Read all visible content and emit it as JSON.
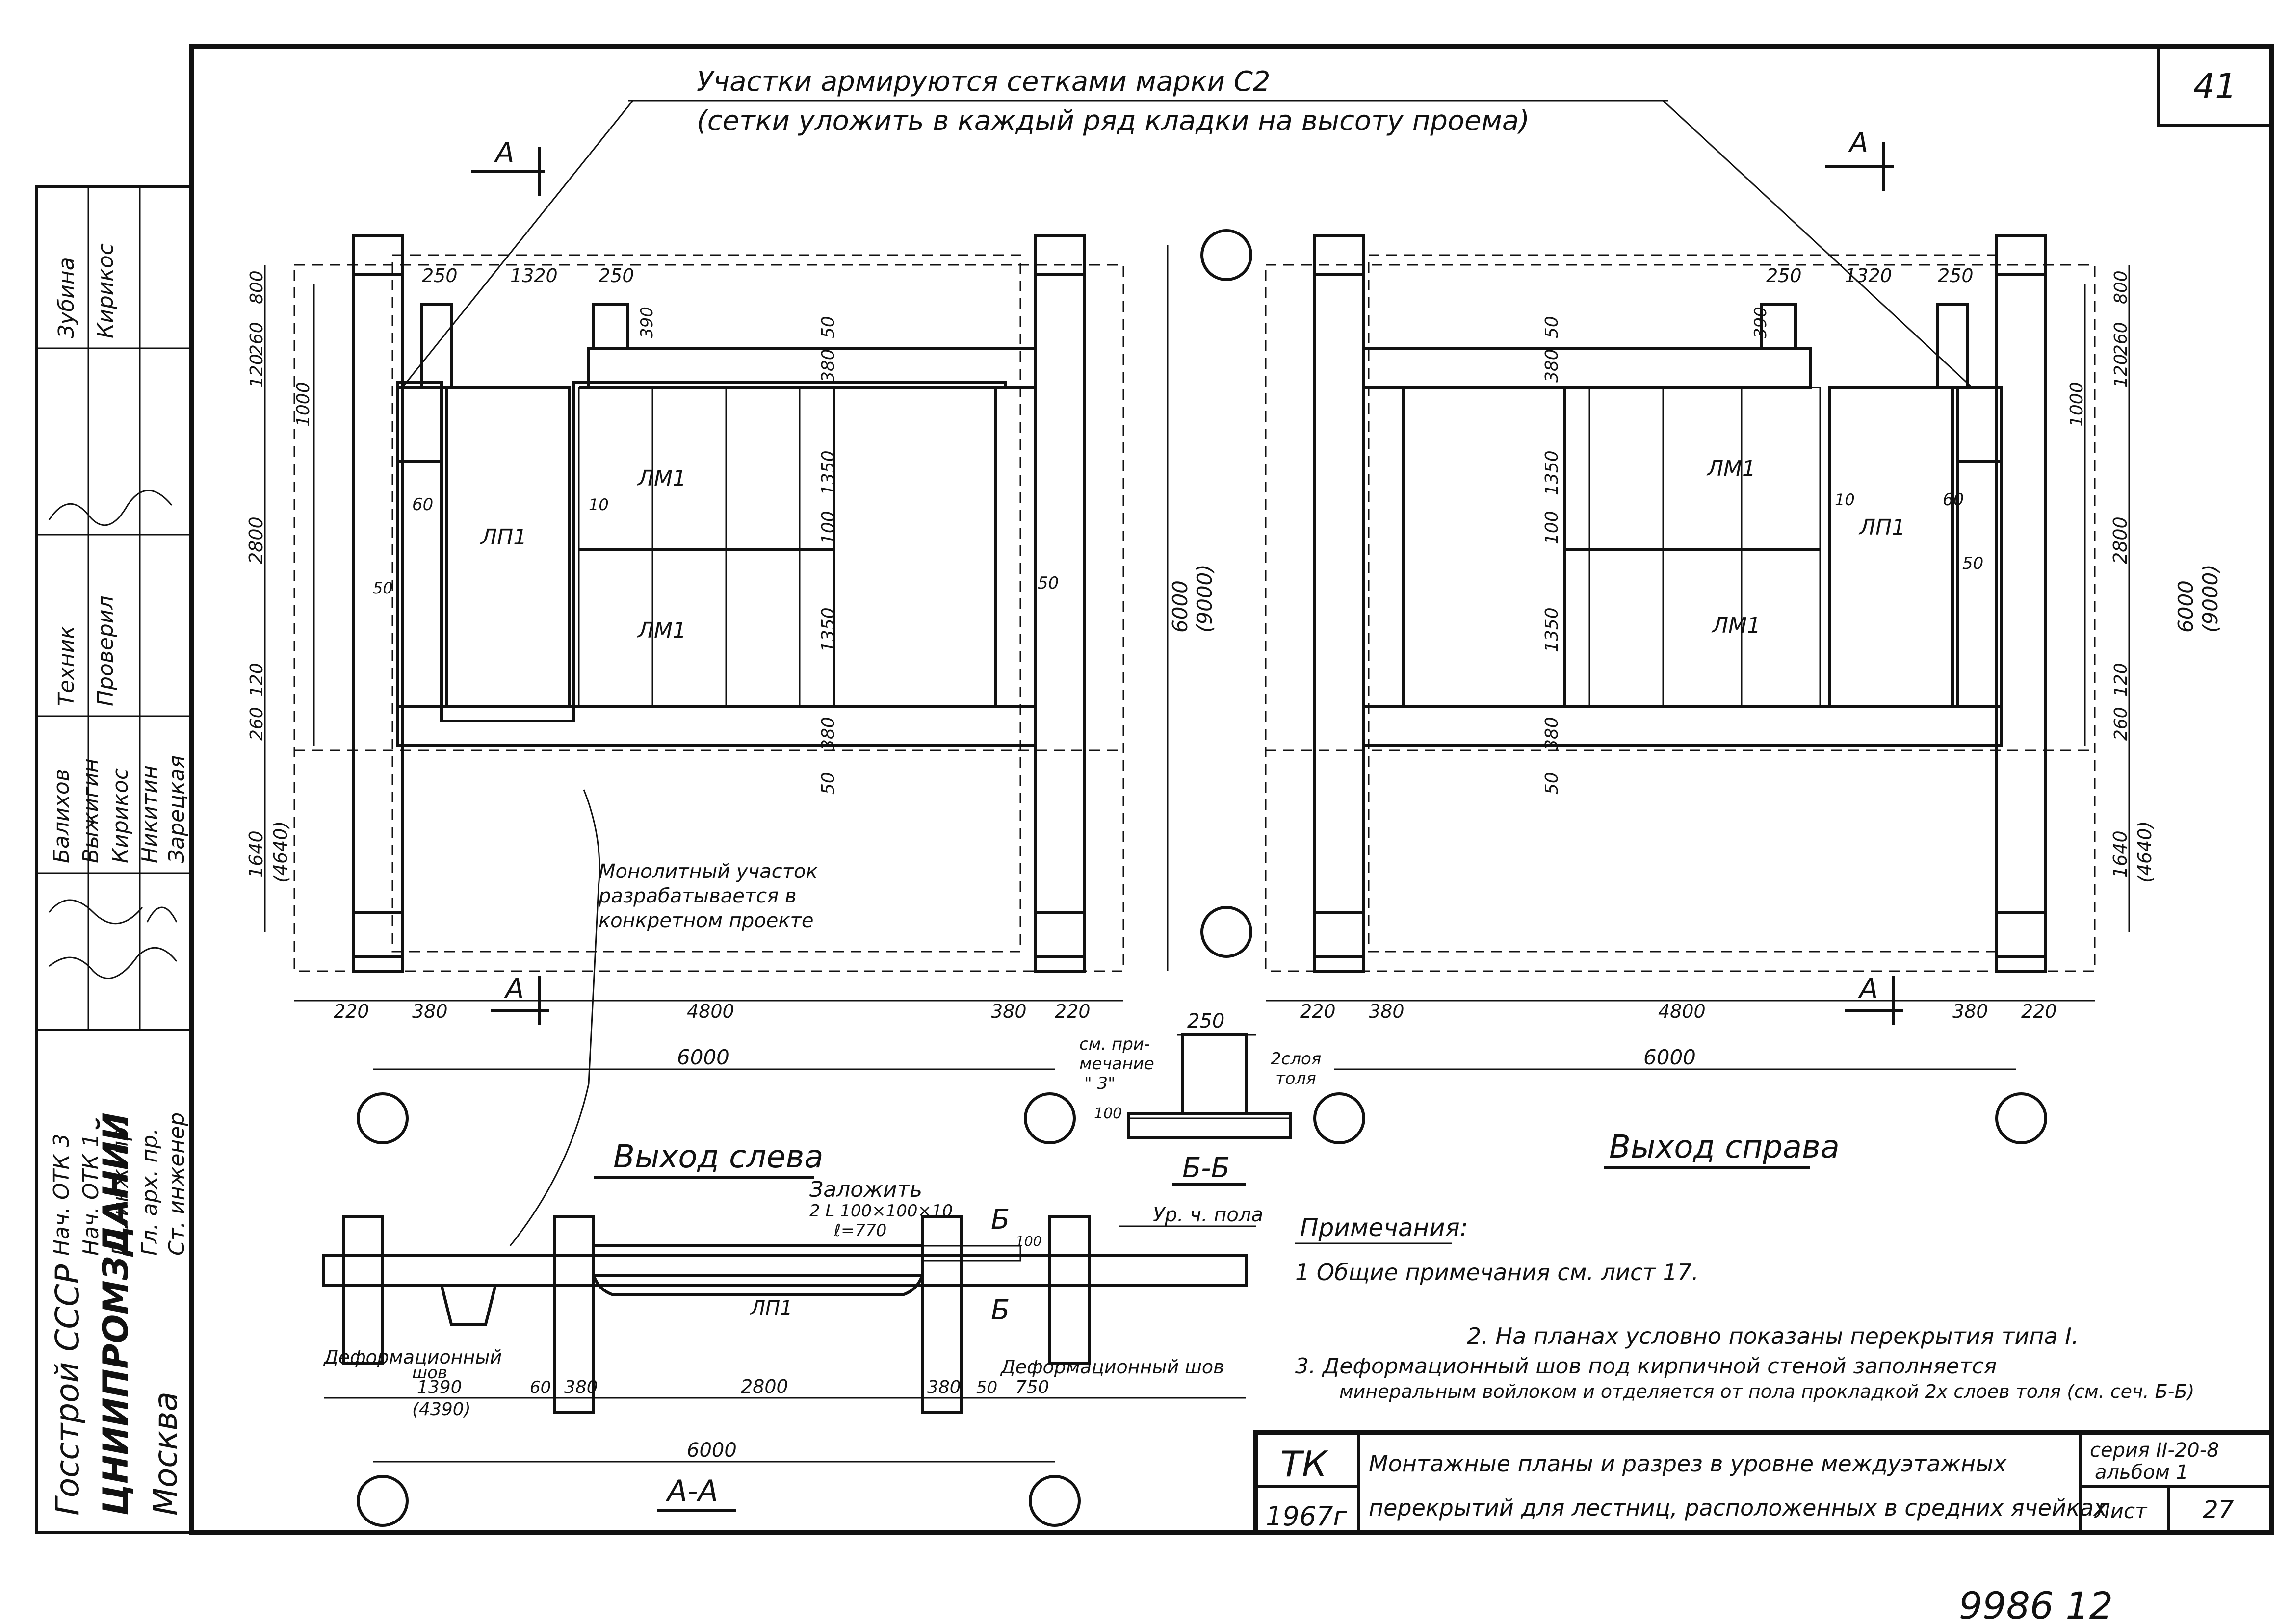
{
  "sheet": {
    "sheet_no": "41",
    "scan_no": "9986 12",
    "top_note_line1": "Участки   армируются   сетками марки  С2",
    "top_note_line2": "(сетки  уложить  в каждый ряд кладки  на высоту проема)",
    "section_mark": "А"
  },
  "left_plan": {
    "caption": "Выход слева",
    "top_dims": [
      "250",
      "1320",
      "250"
    ],
    "left_dims": [
      "800",
      "260",
      "120",
      "1000",
      "2800",
      "120",
      "260",
      "1640",
      "(4640)"
    ],
    "bottom_dims": [
      "220",
      "380",
      "4800",
      "380",
      "220"
    ],
    "overall_width": "6000",
    "overall_height": "6000",
    "overall_height_alt": "(9000)",
    "inner_dims": [
      "50",
      "380",
      "1350",
      "100",
      "1350",
      "380",
      "50",
      "390",
      "60",
      "50",
      "10",
      "50"
    ],
    "labels": {
      "lp1": "ЛП1",
      "lm1_top": "ЛМ1",
      "lm1_bottom": "ЛМ1"
    },
    "monolith_note": [
      "Монолитный участок",
      "разрабатывается в",
      "конкретном проекте"
    ]
  },
  "right_plan": {
    "caption": "Выход справа",
    "top_dims": [
      "250",
      "1320",
      "250"
    ],
    "right_dims": [
      "800",
      "260",
      "120",
      "1000",
      "2800",
      "120",
      "260",
      "1640",
      "(4640)"
    ],
    "bottom_dims": [
      "220",
      "380",
      "4800",
      "380",
      "220"
    ],
    "overall_width": "6000",
    "overall_height": "6000",
    "overall_height_alt": "(9000)",
    "inner_dims": [
      "50",
      "380",
      "1350",
      "100",
      "1350",
      "380",
      "50",
      "390",
      "60",
      "50",
      "10"
    ],
    "labels": {
      "lp1": "ЛП1",
      "lm1_top": "ЛМ1",
      "lm1_bottom": "ЛМ1"
    }
  },
  "section_bb": {
    "title": "Б-Б",
    "dim_top": "250",
    "note_left": [
      "см. при-",
      "мечание",
      "\" 3\""
    ],
    "note_right": [
      "2слоя",
      "толя"
    ],
    "dim_side": "100"
  },
  "section_aa": {
    "title": "А-А",
    "embed_note": [
      "Заложить",
      "2 L 100×100×10",
      "ℓ=770"
    ],
    "floor_level": "Ур. ч. пола",
    "label_lp1": "ЛП1",
    "joint_left": [
      "Деформационный",
      "шов"
    ],
    "joint_right": "Деформационный шов",
    "cut_mark": "Б",
    "dim_100": "100",
    "dims": [
      "1390",
      "60",
      "380",
      "2800",
      "380",
      "50",
      "750"
    ],
    "dim_alt": "(4390)",
    "overall": "6000"
  },
  "notes": {
    "heading": "Примечания:",
    "items": [
      "1  Общие примечания  см.  лист 17.",
      "2. На планах  условно показаны  перекрытия типа I.",
      "3.  Деформационный  шов  под  кирпичной  стеной  заполняется",
      "минеральным войлоком и отделяется от пола прокладкой 2х слоев толя (см. сеч. Б-Б)"
    ]
  },
  "title_block": {
    "org_code": "ТК",
    "year": "1967г",
    "title_line1": "Монтажные планы и разрез   в уровне междуэтажных",
    "title_line2": "перекрытий  для лестниц, расположенных в средних ячейках",
    "series": "серия II-20-8",
    "album": "альбом 1",
    "sheet_label": "Лист",
    "sheet_number": "27"
  },
  "side_stamp": {
    "org": [
      "Госстрой   СССР",
      "ЦНИИПРОМЗДАНИЙ",
      "Москва"
    ],
    "positions": [
      "Нач. ОТК 3",
      "Нач. ОТК 1",
      "Гл. инж. пр.",
      "Гл. арх. пр.",
      "Ст. инженер"
    ],
    "names": [
      "Балихов",
      "Выжигин",
      "Кирикос",
      "Никитин",
      "Зарецкая"
    ],
    "roles": [
      "Техник",
      "Проверил"
    ],
    "people": [
      "Зубина",
      "Кирикос"
    ]
  }
}
